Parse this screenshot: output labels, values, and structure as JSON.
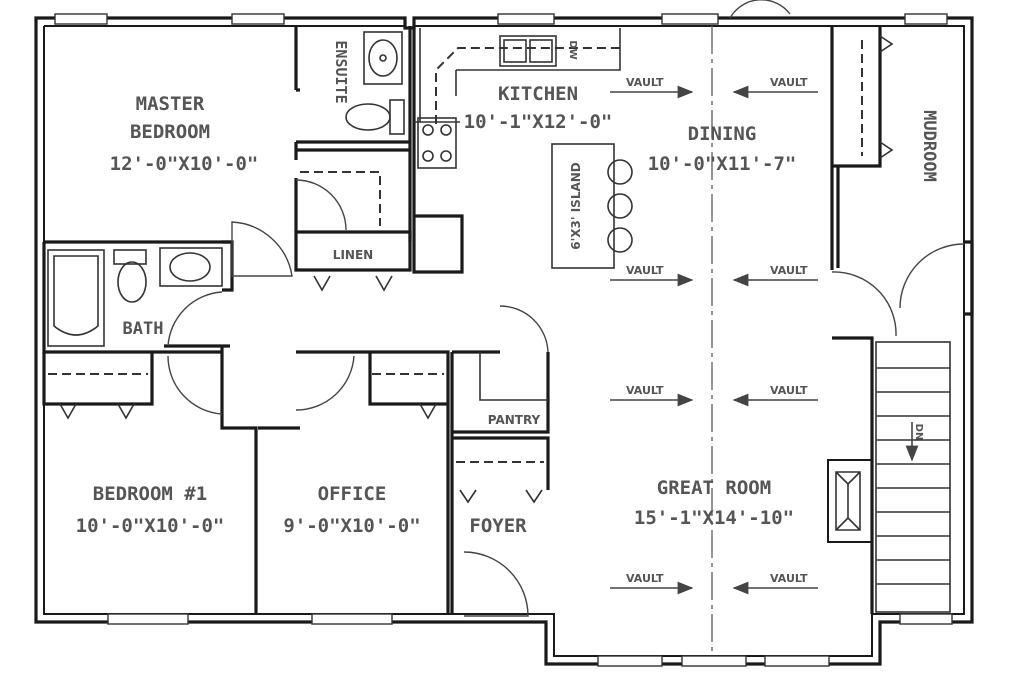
{
  "rooms": {
    "master_bedroom": {
      "name_line1": "MASTER",
      "name_line2": "BEDROOM",
      "size": "12'-0\"X10'-0\""
    },
    "ensuite": {
      "name": "ENSUITE"
    },
    "kitchen": {
      "name": "KITCHEN",
      "size": "10'-1\"X12'-0\""
    },
    "dining": {
      "name": "DINING",
      "size": "10'-0\"X11'-7\""
    },
    "mudroom": {
      "name": "MUDROOM"
    },
    "island": {
      "name": "6'X3' ISLAND"
    },
    "linen": {
      "name": "LINEN"
    },
    "bath": {
      "name": "BATH"
    },
    "pantry": {
      "name": "PANTRY"
    },
    "bedroom1": {
      "name": "BEDROOM #1",
      "size": "10'-0\"X10'-0\""
    },
    "office": {
      "name": "OFFICE",
      "size": "9'-0\"X10'-0\""
    },
    "foyer": {
      "name": "FOYER"
    },
    "great_room": {
      "name": "GREAT ROOM",
      "size": "15'-1\"X14'-10\""
    },
    "dw": {
      "name": "DW"
    }
  },
  "vault_label": "VAULT",
  "stair_direction": {
    "label": "DN"
  }
}
